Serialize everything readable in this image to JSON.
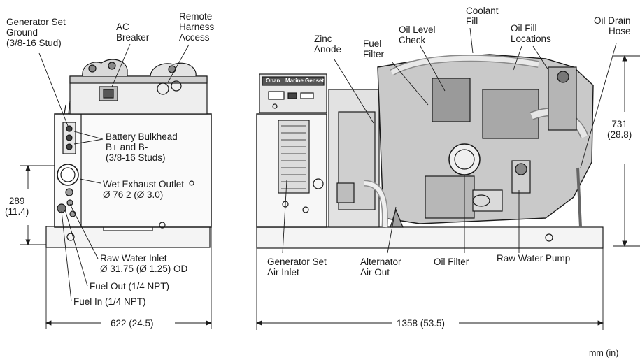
{
  "left_view": {
    "callouts": {
      "generator_set_ground": [
        "Generator Set",
        "Ground",
        "(3/8-16 Stud)"
      ],
      "ac_breaker": [
        "AC",
        "Breaker"
      ],
      "remote_harness_access": [
        "Remote",
        "Harness",
        "Access"
      ],
      "battery_bulkhead": [
        "Battery Bulkhead",
        "B+ and B-",
        "(3/8-16 Studs)"
      ],
      "wet_exhaust_outlet": [
        "Wet Exhaust Outlet",
        "Ø 76 2 (Ø 3.0)"
      ],
      "raw_water_inlet": [
        "Raw Water Inlet",
        "Ø 31.75 (Ø 1.25) OD"
      ],
      "fuel_out": [
        "Fuel Out (1/4 NPT)"
      ],
      "fuel_in": [
        "Fuel In (1/4 NPT)"
      ]
    },
    "dims": {
      "height": [
        "289",
        "(11.4)"
      ],
      "width": "622 (24.5)"
    }
  },
  "right_view": {
    "callouts": {
      "zinc_anode": [
        "Zinc",
        "Anode"
      ],
      "fuel_filter_top": [
        "Fuel",
        "Filter"
      ],
      "oil_level_check": [
        "Oil Level",
        "Check"
      ],
      "coolant_fill": [
        "Coolant",
        "Fill"
      ],
      "oil_fill_locations": [
        "Oil Fill",
        "Locations"
      ],
      "oil_drain_hose": [
        "Oil Drain",
        "Hose"
      ],
      "generator_set_air_inlet": [
        "Generator Set",
        "Air Inlet"
      ],
      "alternator_air_out": [
        "Alternator",
        "Air Out"
      ],
      "oil_filter": [
        "Oil Filter"
      ],
      "raw_water_pump": [
        "Raw Water Pump"
      ]
    },
    "panel_text": {
      "brand": "Onan",
      "model": "Marine Genset"
    },
    "dims": {
      "height": [
        "731",
        "(28.8)"
      ],
      "length": "1358 (53.5)"
    }
  },
  "units_note": "mm (in)"
}
